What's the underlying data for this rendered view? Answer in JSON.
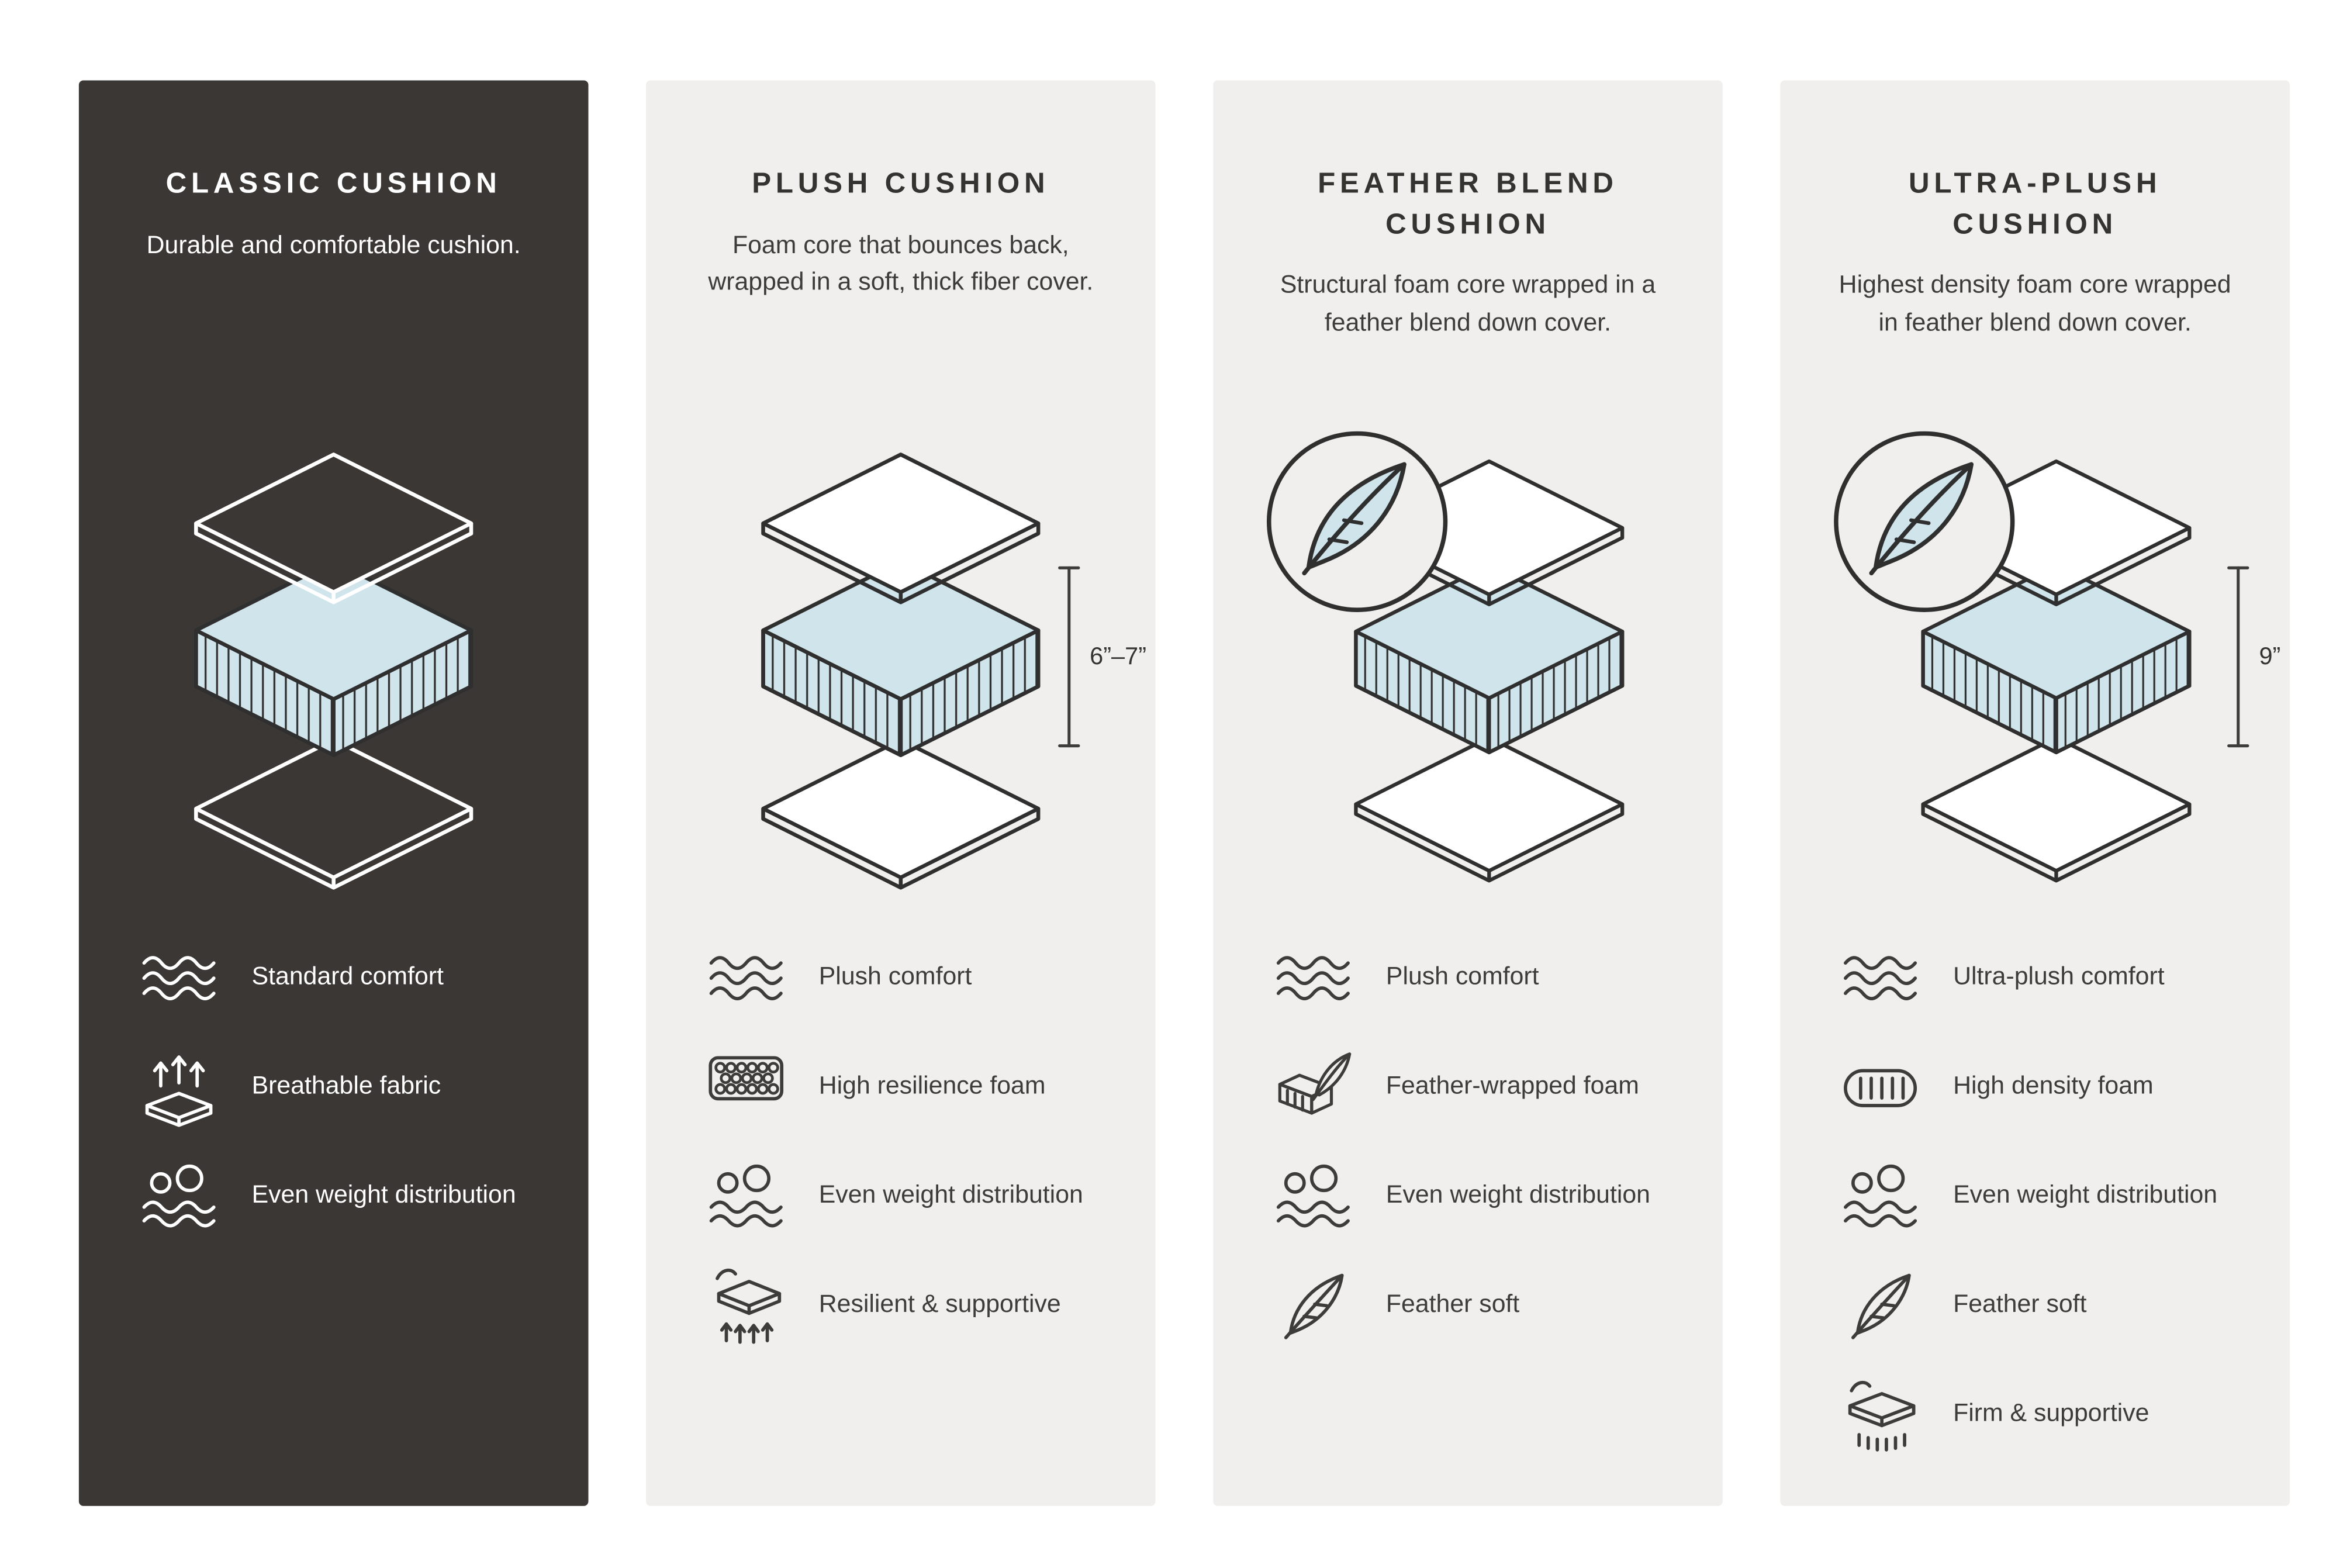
{
  "colors": {
    "background": "#ffffff",
    "dark_panel": "#3b3734",
    "light_panel": "#f0efed",
    "foam_blue": "#cfe4eb",
    "outline": "#2f2f2f",
    "text_dark": "#3e3c3a",
    "text_light": "#ffffff"
  },
  "panels": [
    {
      "id": "classic-cushion",
      "theme": "dark",
      "title": "CLASSIC CUSHION",
      "description": "Durable and comfortable cushion.",
      "illustration": "layered-cushion-icon",
      "features": [
        {
          "icon": "waves-icon",
          "label": "Standard comfort"
        },
        {
          "icon": "breathable-fabric-icon",
          "label": "Breathable fabric"
        },
        {
          "icon": "weight-distribution-icon",
          "label": "Even weight distribution"
        }
      ]
    },
    {
      "id": "plush-cushion",
      "theme": "light",
      "title": "PLUSH CUSHION",
      "description": "Foam core that bounces back, wrapped in a soft, thick fiber cover.",
      "illustration": "layered-cushion-icon",
      "measurement": "6”–7”",
      "features": [
        {
          "icon": "waves-icon",
          "label": "Plush comfort"
        },
        {
          "icon": "honeycomb-foam-icon",
          "label": "High resilience foam"
        },
        {
          "icon": "weight-distribution-icon",
          "label": "Even weight distribution"
        },
        {
          "icon": "resilient-supportive-icon",
          "label": "Resilient & supportive"
        }
      ]
    },
    {
      "id": "feather-blend-cushion",
      "theme": "light",
      "title": "FEATHER BLEND CUSHION",
      "description": "Structural foam core wrapped in a feather blend down cover.",
      "illustration": "layered-cushion-icon",
      "badge": "feather-badge-icon",
      "features": [
        {
          "icon": "waves-icon",
          "label": "Plush comfort"
        },
        {
          "icon": "feather-wrapped-foam-icon",
          "label": "Feather-wrapped foam"
        },
        {
          "icon": "weight-distribution-icon",
          "label": "Even weight distribution"
        },
        {
          "icon": "feather-icon",
          "label": "Feather soft"
        }
      ]
    },
    {
      "id": "ultra-plush-cushion",
      "theme": "light",
      "title": "ULTRA-PLUSH CUSHION",
      "description": "Highest density foam core wrapped in feather blend down cover.",
      "illustration": "layered-cushion-icon",
      "badge": "feather-badge-icon",
      "measurement": "9”",
      "features": [
        {
          "icon": "waves-icon",
          "label": "Ultra-plush comfort"
        },
        {
          "icon": "high-density-foam-icon",
          "label": "High density foam"
        },
        {
          "icon": "weight-distribution-icon",
          "label": "Even weight distribution"
        },
        {
          "icon": "feather-icon",
          "label": "Feather soft"
        },
        {
          "icon": "firm-supportive-icon",
          "label": "Firm & supportive"
        }
      ]
    }
  ]
}
